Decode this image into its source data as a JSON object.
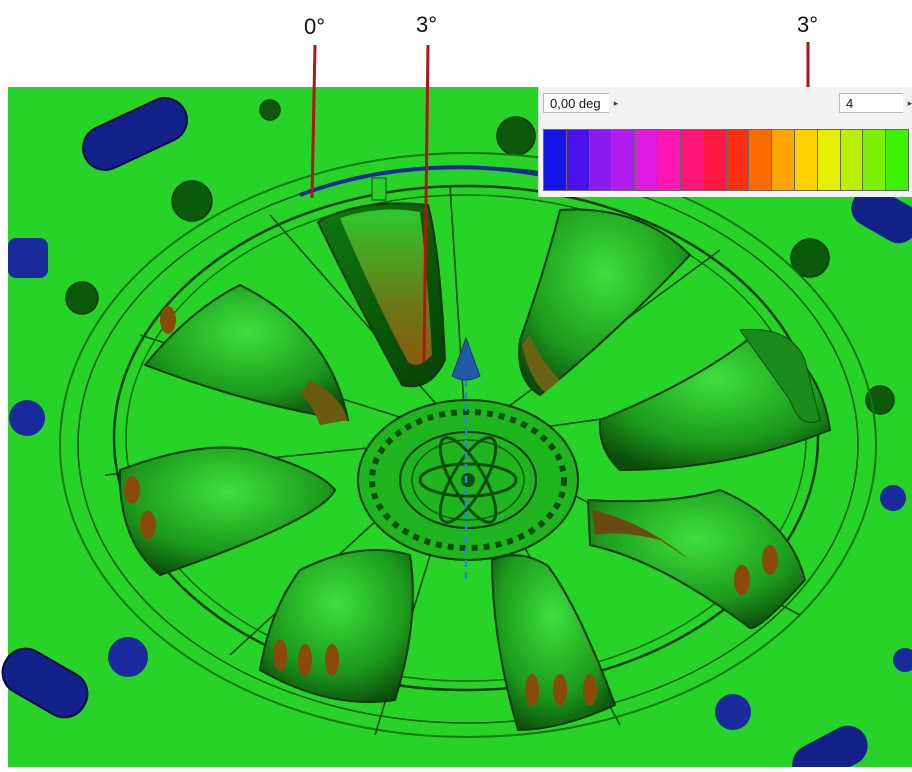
{
  "callouts": {
    "left": "0°",
    "middle": "3°",
    "right": "3°"
  },
  "draft_panel": {
    "angle_value": "0,00 deg",
    "divisions_value": "4",
    "colors": [
      "#1414e6",
      "#4a12ec",
      "#8a1cf0",
      "#b21cf2",
      "#e01ce0",
      "#ff16b4",
      "#ff1478",
      "#ff1840",
      "#ff3010",
      "#ff6a00",
      "#ffa400",
      "#ffd000",
      "#e6f000",
      "#b4f000",
      "#7cf000",
      "#3cf000"
    ]
  },
  "colors": {
    "model_green": "#27d327",
    "cavity_dark_green": "#0c6a0c",
    "undercut_blue": "#1b2a9a",
    "callout_line": "#b01616"
  }
}
